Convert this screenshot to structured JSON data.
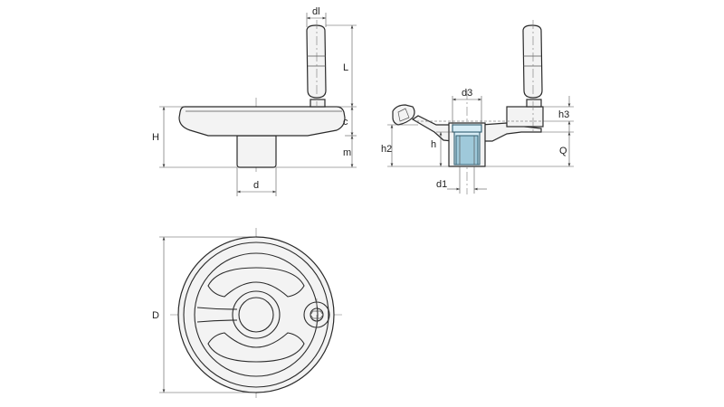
{
  "labels": {
    "dl": "dl",
    "L": "L",
    "c": "c",
    "H": "H",
    "m": "m",
    "d": "d",
    "d3": "d3",
    "h3": "h3",
    "h2": "h2",
    "h": "h",
    "Q": "Q",
    "d1": "d1",
    "D": "D"
  },
  "colors": {
    "line": "#2b2b2b",
    "insert_fill": "#d6ecf5",
    "insert_stroke": "#2f5d70"
  }
}
